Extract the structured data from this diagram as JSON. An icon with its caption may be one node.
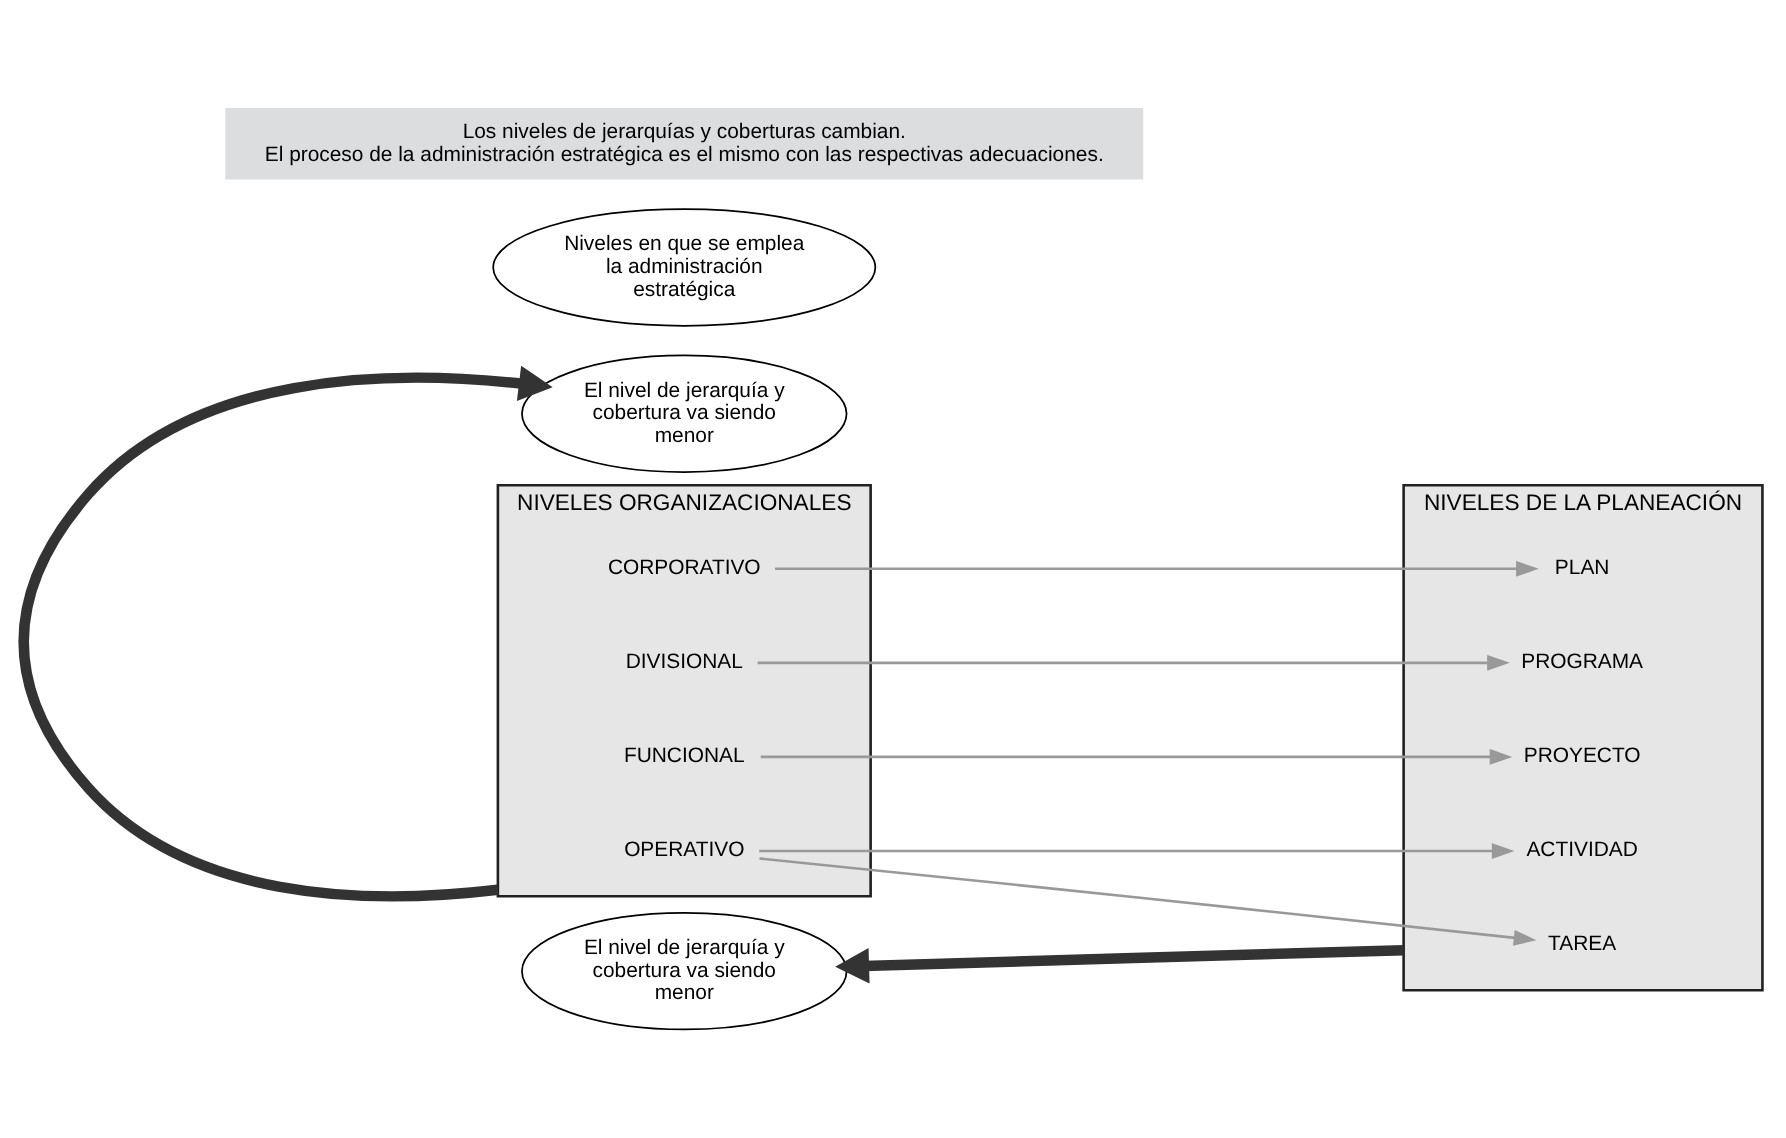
{
  "diagram": {
    "nodes": [
      {
        "text": [
          "NIVELES ORGANIZACIONALES"
        ]
      },
      {
        "text": [
          "CORPORATIVO"
        ],
        "in": 0
      },
      {
        "text": [
          "DIVISIONAL"
        ],
        "in": 0
      },
      {
        "text": [
          "FUNCIONAL"
        ],
        "in": 0
      },
      {
        "text": [
          "OPERATIVO"
        ],
        "in": 0
      },
      {
        "text": [
          "NIVELES DE LA PLANEACIÓN"
        ]
      },
      {
        "text": [
          "PLAN"
        ],
        "in": 5
      },
      {
        "text": [
          "PROGRAMA"
        ],
        "in": 5
      },
      {
        "text": [
          "PROYECTO"
        ],
        "in": 5
      },
      {
        "text": [
          "ACTIVIDAD"
        ],
        "in": 5
      },
      {
        "text": [
          "TAREA"
        ],
        "in": 5
      },
      {
        "text": [
          "El nivel de jerarquía y cobertura va siendo menor"
        ]
      },
      {
        "text": [
          "Niveles en que se emplea la administración estratégica"
        ]
      },
      {
        "text": [
          "El nivel de jerarquía y cobertura va siendo menor"
        ]
      },
      {
        "text": [
          "Los niveles de jerarquías y coberturas cambian.",
          "El proceso de la administración estratégica es el mismo con las respectivas adecuaciones."
        ]
      }
    ],
    "edges": [
      {
        "from": 1,
        "to": 6,
        "arrow": "to"
      },
      {
        "from": 2,
        "to": 7,
        "arrow": "to"
      },
      {
        "from": 3,
        "to": 8,
        "arrow": "to"
      },
      {
        "from": 4,
        "to": 9,
        "arrow": "to"
      },
      {
        "from": 4,
        "to": 10,
        "arrow": "to"
      },
      {
        "from": 0,
        "to": 11,
        "arrow": "to",
        "style": "thick",
        "color": "#333333"
      },
      {
        "from": 5,
        "to": 13,
        "arrow": "to",
        "style": "thick",
        "color": "#333333"
      }
    ]
  }
}
